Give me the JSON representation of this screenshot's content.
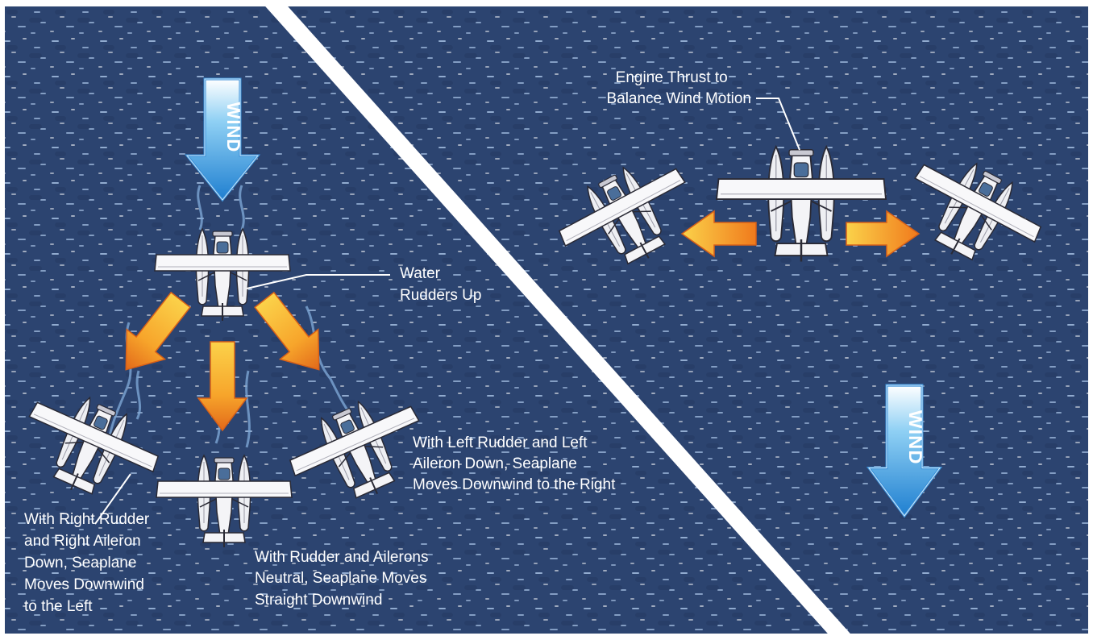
{
  "wind_label": "WIND",
  "labels": {
    "water_rudders": [
      "Water",
      "Rudders Up"
    ],
    "engine_thrust": [
      "Engine Thrust to",
      "Balance Wind Motion"
    ],
    "left_rudder": [
      "With Left Rudder and Left",
      "Aileron Down, Seaplane",
      "Moves Downwind to the Right"
    ],
    "right_rudder": [
      "With Right Rudder",
      "and Right Aileron",
      "Down, Seaplane",
      "Moves Downwind",
      "to the Left"
    ],
    "neutral": [
      "With Rudder and Ailerons",
      "Neutral, Seaplane Moves",
      "Straight Downwind"
    ]
  },
  "colors": {
    "water": "#2c4470",
    "water_highlight": "#a8c4e8",
    "divider": "#ffffff",
    "arrow_orange": "#f28a1a",
    "arrow_yellow": "#fbd24a",
    "wind_blue": "#1f7fd0",
    "wind_light": "#8fd0f4"
  },
  "icons": [
    "seaplane-icon",
    "wind-arrow-icon",
    "movement-arrow-icon"
  ]
}
